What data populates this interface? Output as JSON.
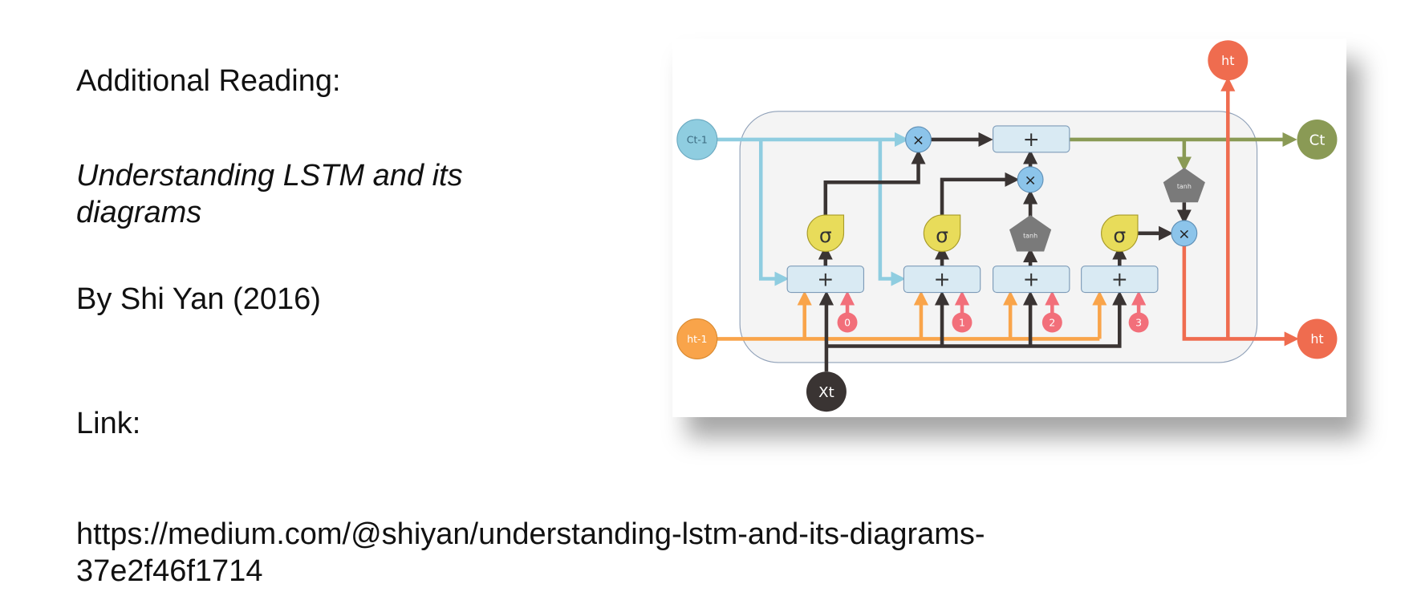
{
  "slide": {
    "heading": "Additional Reading:",
    "title": "Understanding LSTM and its diagrams",
    "author": "By Shi Yan (2016)",
    "link_label": "Link:",
    "url": "https://medium.com/@shiyan/understanding-lstm-and-its-diagrams-37e2f46f1714"
  },
  "diagram": {
    "c_prev": "Ct-1",
    "h_prev": "ht-1",
    "x_t": "Xt",
    "c_t": "Ct",
    "h_t_top": "ht",
    "h_t_right": "ht",
    "sigma": "σ",
    "tanh": "tanh",
    "plus": "+",
    "times": "×",
    "biases": [
      "0",
      "1",
      "2",
      "3"
    ],
    "colors": {
      "cell": "#8fcde0",
      "hidden": "#f9a44a",
      "input": "#3a3433",
      "output": "#ef6c4f",
      "state": "#8a9a55",
      "gate": "#e8dc5a",
      "bias": "#f26f7a"
    }
  }
}
